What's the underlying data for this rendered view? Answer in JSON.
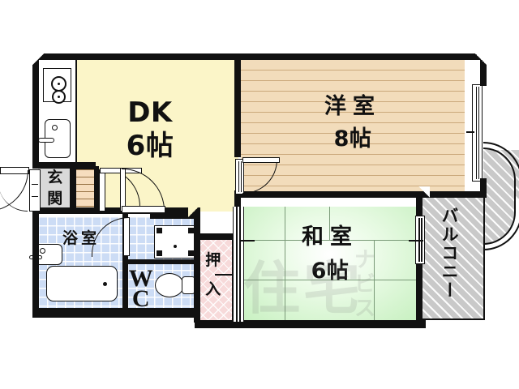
{
  "plan": {
    "type": "japanese-apartment-floor-plan",
    "layout_code": "2DK",
    "rooms": [
      {
        "id": "dk",
        "name": "DK",
        "size": "6帖",
        "label_line1": "DK",
        "label_line2": "6帖",
        "floor": "kitchen-dining",
        "color": "#fbf5c8"
      },
      {
        "id": "yoshitsu",
        "name": "洋室",
        "size": "8帖",
        "label_line1": "洋室",
        "label_line2": "8帖",
        "floor": "wood-flooring",
        "color": "#f2dcbb"
      },
      {
        "id": "washitsu",
        "name": "和室",
        "size": "6帖",
        "label_line1": "和室",
        "label_line2": "6帖",
        "floor": "tatami",
        "color": "#c7f0c0"
      },
      {
        "id": "yokushitsu",
        "name": "浴室",
        "size": "",
        "label_line1": "浴室",
        "label_line2": "",
        "floor": "tile",
        "color": "#ccdcf5"
      },
      {
        "id": "wc",
        "name": "WC",
        "size": "",
        "label_line1": "W",
        "label_line2": "C",
        "floor": "tile",
        "color": "#ccdcf5"
      },
      {
        "id": "genkan",
        "name": "玄関",
        "size": "",
        "label_line1": "玄",
        "label_line2": "関",
        "floor": "concrete",
        "color": "#d9d9d9"
      },
      {
        "id": "oshiire",
        "name": "押入",
        "size": "",
        "label_line1": "押",
        "label_line2": "入",
        "floor": "closet",
        "color": "#f7dada"
      },
      {
        "id": "balcony",
        "name": "バルコニー",
        "size": "",
        "label_line1": "バルコニー",
        "label_line2": "",
        "floor": "balcony",
        "color": "#c9c9c9"
      }
    ],
    "labels": {
      "dk": "DK",
      "dk_size": "6帖",
      "yoshitsu": "洋室",
      "yoshitsu_size": "8帖",
      "washitsu": "和室",
      "washitsu_size": "6帖",
      "yokushitsu": "浴室",
      "wc_w": "W",
      "wc_c": "C",
      "genkan": "玄関",
      "oshiire": "押入",
      "balcony": "バルコニー"
    },
    "fixtures": [
      {
        "id": "gas-stove",
        "name": "ガスコンロ",
        "burners": 2
      },
      {
        "id": "kitchen-sink",
        "name": "流し台",
        "burners": 0
      },
      {
        "id": "bathtub",
        "name": "浴槽",
        "burners": 0
      },
      {
        "id": "washbasin",
        "name": "洗面台",
        "burners": 0
      },
      {
        "id": "toilet",
        "name": "便器",
        "burners": 0
      },
      {
        "id": "washer-space",
        "name": "洗濯機置場",
        "burners": 0
      }
    ],
    "watermark": {
      "line1": "住宅",
      "line2": "ナ",
      "line3": "ビ",
      "line4": "ス"
    },
    "colors": {
      "wall": "#111111",
      "dk_floor": "#fbf5c8",
      "wood_floor": "#f2dcbb",
      "tatami": "#c7f0c0",
      "tile": "#ccdcf5",
      "closet": "#f7dada",
      "genkan": "#d9d9d9",
      "balcony": "#c9c9c9",
      "background": "#ffffff"
    }
  }
}
